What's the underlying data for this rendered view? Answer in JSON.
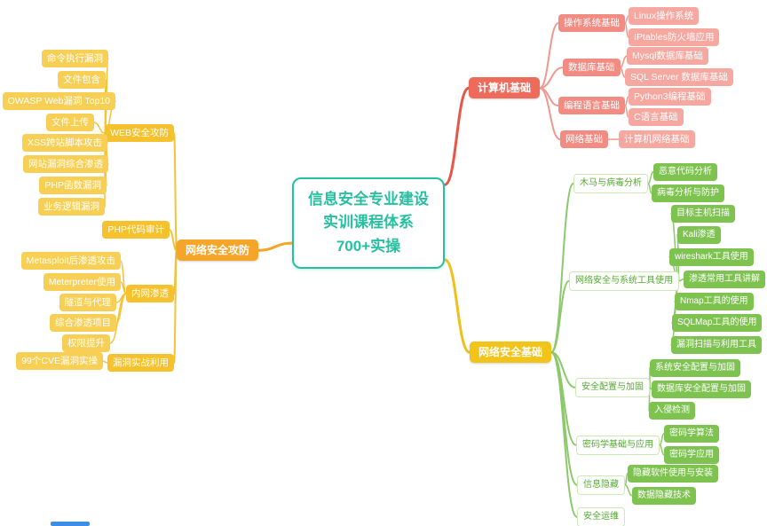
{
  "center": {
    "line1": "信息安全专业建设",
    "line2": "实训课程体系",
    "line3": "700+实操"
  },
  "computer": {
    "label": "计算机基础",
    "os": {
      "label": "操作系统基础",
      "items": [
        "Linux操作系统",
        "IPtables防火墙应用"
      ]
    },
    "db": {
      "label": "数据库基础",
      "items": [
        "Mysql数据库基础",
        "SQL Server 数据库基础"
      ]
    },
    "lang": {
      "label": "编程语言基础",
      "items": [
        "Python3编程基础",
        "C语言基础"
      ]
    },
    "net": {
      "label": "网络基础",
      "items": [
        "计算机网络基础"
      ]
    }
  },
  "attack": {
    "label": "网络安全攻防",
    "web": {
      "label": "WEB安全攻防",
      "items": [
        "命令执行漏洞",
        "文件包含",
        "OWASP Web漏洞 Top10",
        "文件上传",
        "XSS跨站脚本攻击",
        "网站漏洞综合渗透",
        "PHP函数漏洞",
        "业务逻辑漏洞"
      ]
    },
    "php": {
      "label": "PHP代码审计"
    },
    "intranet": {
      "label": "内网渗透",
      "items": [
        "Metasploit后渗透攻击",
        "Meterpreter使用",
        "隧道与代理",
        "综合渗透项目",
        "权限提升"
      ]
    },
    "vuln": {
      "label": "漏洞实战利用",
      "items": [
        "99个CVE漏洞实操"
      ]
    }
  },
  "basics": {
    "label": "网络安全基础",
    "trojan": {
      "label": "木马与病毒分析",
      "items": [
        "恶意代码分析",
        "病毒分析与防护"
      ]
    },
    "tools": {
      "label": "网络安全与系统工具使用",
      "items": [
        "目标主机扫描",
        "Kali渗透",
        "wireshark工具使用",
        "渗透常用工具讲解",
        "Nmap工具的使用",
        "SQLMap工具的使用",
        "漏洞扫描与利用工具"
      ]
    },
    "harden": {
      "label": "安全配置与加固",
      "items": [
        "系统安全配置与加固",
        "数据库安全配置与加固",
        "入侵检测"
      ]
    },
    "crypto": {
      "label": "密码学基础与应用",
      "items": [
        "密码学算法",
        "密码学应用"
      ]
    },
    "hide": {
      "label": "信息隐藏",
      "items": [
        "隐藏软件使用与安装",
        "数据隐藏技术"
      ]
    },
    "ops": {
      "label": "安全运维"
    }
  },
  "colors": {
    "center_teal": "#27bfa1",
    "branch_red": "#ee6a5a",
    "level2_red": "#f28c83",
    "level3_red": "#f6a8a0",
    "branch_orange": "#f6a52b",
    "level2_yellow": "#f5c12c",
    "level3_yellow": "#f8cf55",
    "branch_gold": "#f2c318",
    "green_text": "#54ab31",
    "leaf_green": "#7ec250",
    "edge_red": "#e85648",
    "edge_salmon": "#f0978f",
    "edge_orange": "#f5a52a",
    "edge_yellow": "#f3c239",
    "edge_gold": "#eec019",
    "edge_green": "#8bc96b",
    "scrollbar_blue": "#3e8ee8"
  }
}
